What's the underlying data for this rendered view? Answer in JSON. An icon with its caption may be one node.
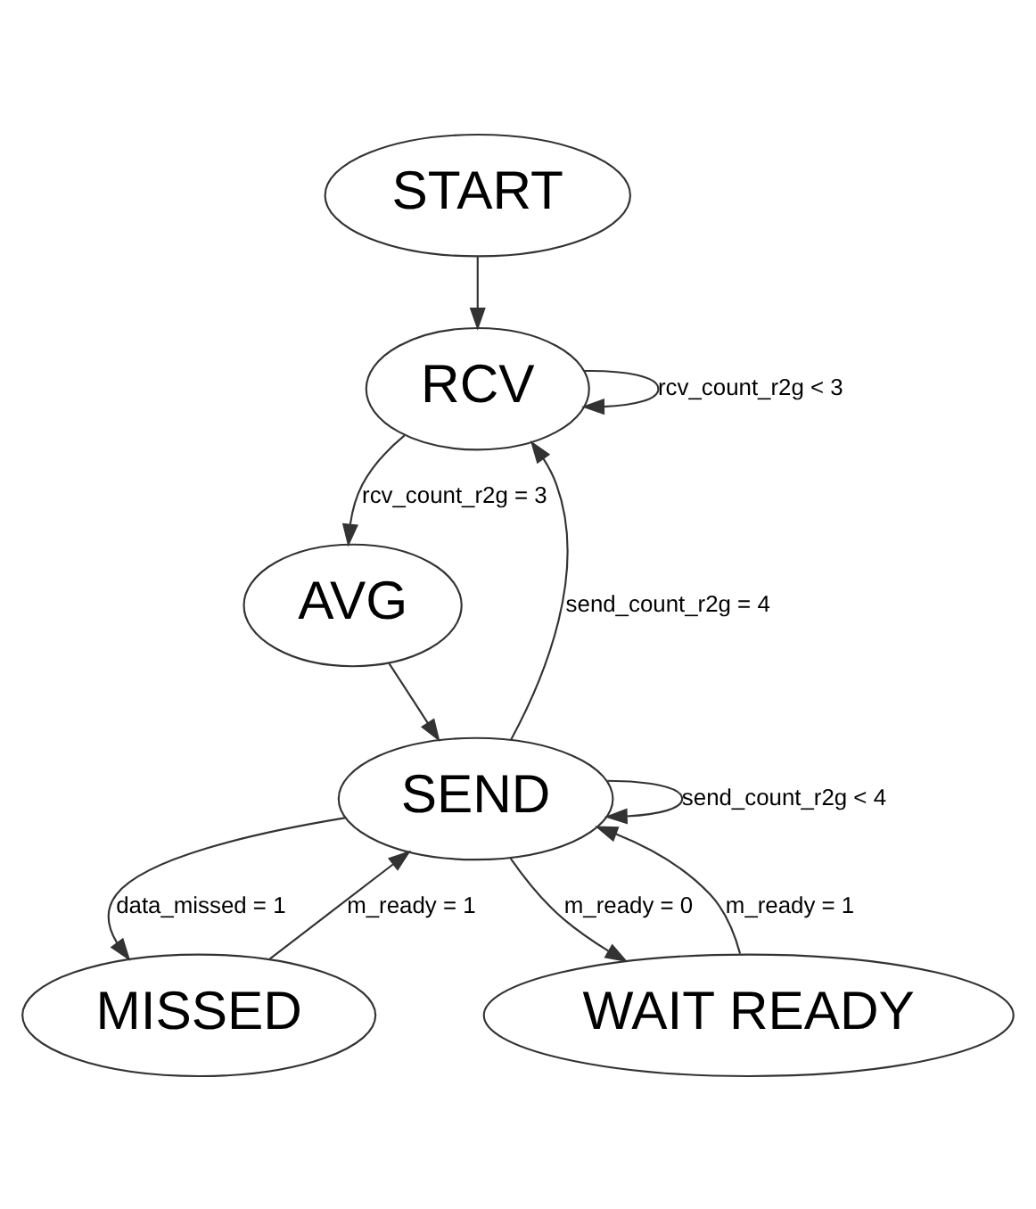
{
  "diagram": {
    "nodes": [
      {
        "text": [
          "START"
        ]
      },
      {
        "text": [
          "RCV"
        ]
      },
      {
        "text": [
          "AVG"
        ]
      },
      {
        "text": [
          "MISSED"
        ]
      },
      {
        "text": [
          "SEND"
        ]
      },
      {
        "text": [
          "WAIT READY"
        ]
      }
    ],
    "edges": [
      {
        "from": 0,
        "to": 1,
        "arrow": "to"
      },
      {
        "from": 1,
        "to": 1,
        "arrow": "to",
        "label": "rcv_count_r2g < 3"
      },
      {
        "from": 1,
        "to": 2,
        "arrow": "to",
        "label": "rcv_count_r2g = 3"
      },
      {
        "from": 4,
        "to": 1,
        "arrow": "to",
        "label": "send_count_r2g = 4"
      },
      {
        "from": 2,
        "to": 4,
        "arrow": "to"
      },
      {
        "from": 4,
        "to": 3,
        "arrow": "to",
        "label": "data_missed = 1"
      },
      {
        "from": 3,
        "to": 4,
        "arrow": "to",
        "label": "m_ready = 1"
      },
      {
        "from": 4,
        "to": 4,
        "arrow": "to",
        "label": "send_count_r2g < 4"
      },
      {
        "from": 5,
        "to": 4,
        "arrow": "to",
        "label": "m_ready = 1"
      },
      {
        "from": 4,
        "to": 5,
        "arrow": "to",
        "label": "m_ready = 0"
      }
    ]
  }
}
